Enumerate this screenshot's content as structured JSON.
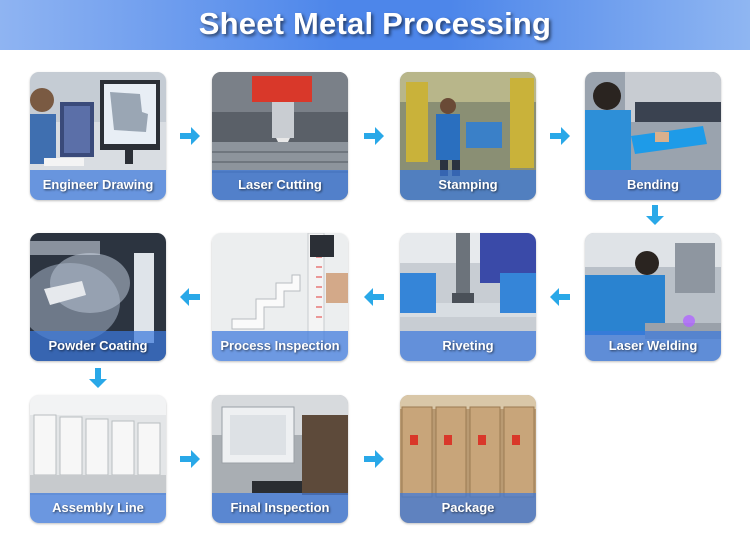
{
  "header": {
    "title": "Sheet Metal Processing"
  },
  "accent_color": "#4d86ea",
  "arrow_color": "#29a8e8",
  "steps": [
    {
      "label": "Engineer Drawing",
      "image": "engineer-drawing-photo"
    },
    {
      "label": "Laser Cutting",
      "image": "laser-cutting-photo"
    },
    {
      "label": "Stamping",
      "image": "stamping-photo"
    },
    {
      "label": "Bending",
      "image": "bending-photo"
    },
    {
      "label": "Laser Welding",
      "image": "laser-welding-photo"
    },
    {
      "label": "Riveting",
      "image": "riveting-photo"
    },
    {
      "label": "Process Inspection",
      "image": "process-inspection-photo"
    },
    {
      "label": "Powder Coating",
      "image": "powder-coating-photo"
    },
    {
      "label": "Assembly Line",
      "image": "assembly-line-photo"
    },
    {
      "label": "Final Inspection",
      "image": "final-inspection-photo"
    },
    {
      "label": "Package",
      "image": "package-photo"
    }
  ]
}
